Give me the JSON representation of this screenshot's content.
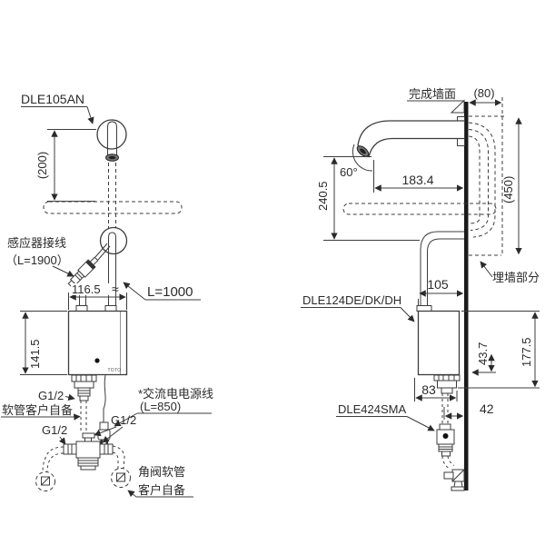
{
  "left_view": {
    "spout_model": "DLE105AN",
    "spout_height_dim": "(200)",
    "sensor_cable_label": "感应器接线",
    "sensor_cable_length": "（L=1900）",
    "box_width_dim": "116.5",
    "pipe_break_symbol": "≈",
    "supply_hose_length": "L=1000",
    "box_height_dim": "141.5",
    "outlet_thread_label": "G1/2",
    "hose_note": "软管客户自备",
    "tee_left_thread_label": "G1/2",
    "tee_right_thread_label": "G1/2",
    "power_cord_label": "*交流电电源线",
    "power_cord_length": "(L=850)",
    "angle_valve_note_line1": "角阀软管",
    "angle_valve_note_line2": "客户自备",
    "brand_mark": "TOTO"
  },
  "right_view": {
    "finished_wall_label": "完成墙面",
    "wall_offset_dim": "(80)",
    "spout_angle": "60°",
    "spout_reach_dim": "183.4",
    "spout_height_dim": "240.5",
    "embed_height_dim": "(450)",
    "embedded_section_label": "埋墙部分",
    "controller_model": "DLE124DE/DK/DH",
    "box_depth_dim": "105",
    "cord_height_dim": "43.7",
    "total_height_dim": "177.5",
    "outlet_width_dim": "83",
    "hose_offset_dim": "42",
    "filter_model": "DLE424SMA"
  }
}
